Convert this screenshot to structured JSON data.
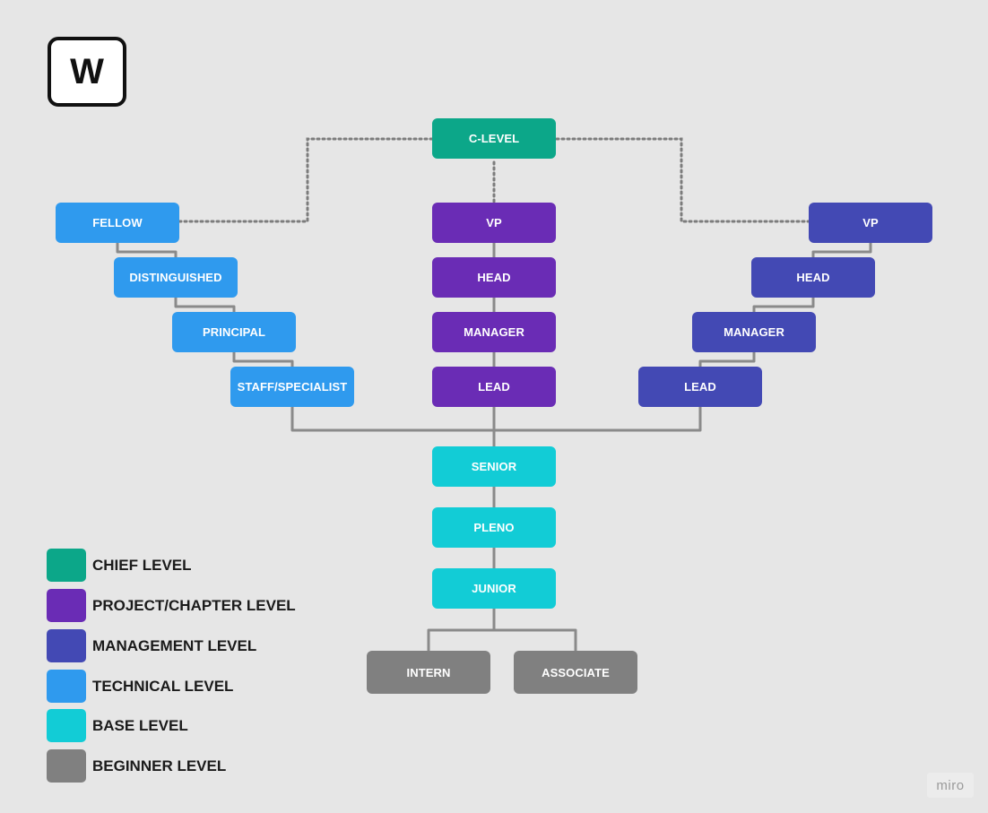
{
  "logo": "W",
  "colors": {
    "chief": "#0ca789",
    "project": "#6a2cb5",
    "management": "#4349b4",
    "technical": "#2f9aee",
    "base": "#12ccd6",
    "beginner": "#808080",
    "connector": "#7c7c7c"
  },
  "nodes": {
    "clevel": "C-LEVEL",
    "fellow": "FELLOW",
    "distinguished": "DISTINGUISHED",
    "principal": "PRINCIPAL",
    "staff": "STAFF/SPECIALIST",
    "vp_project": "VP",
    "head_project": "HEAD",
    "manager_project": "MANAGER",
    "lead_project": "LEAD",
    "vp_mgmt": "VP",
    "head_mgmt": "HEAD",
    "manager_mgmt": "MANAGER",
    "lead_mgmt": "LEAD",
    "senior": "SENIOR",
    "pleno": "PLENO",
    "junior": "JUNIOR",
    "intern": "INTERN",
    "associate": "ASSOCIATE"
  },
  "legend": [
    {
      "label": "CHIEF LEVEL",
      "color": "#0ca789"
    },
    {
      "label": "PROJECT/CHAPTER LEVEL",
      "color": "#6a2cb5"
    },
    {
      "label": "MANAGEMENT LEVEL",
      "color": "#4349b4"
    },
    {
      "label": "TECHNICAL LEVEL",
      "color": "#2f9aee"
    },
    {
      "label": "BASE LEVEL",
      "color": "#12ccd6"
    },
    {
      "label": "BEGINNER LEVEL",
      "color": "#808080"
    }
  ],
  "watermark": "miro"
}
